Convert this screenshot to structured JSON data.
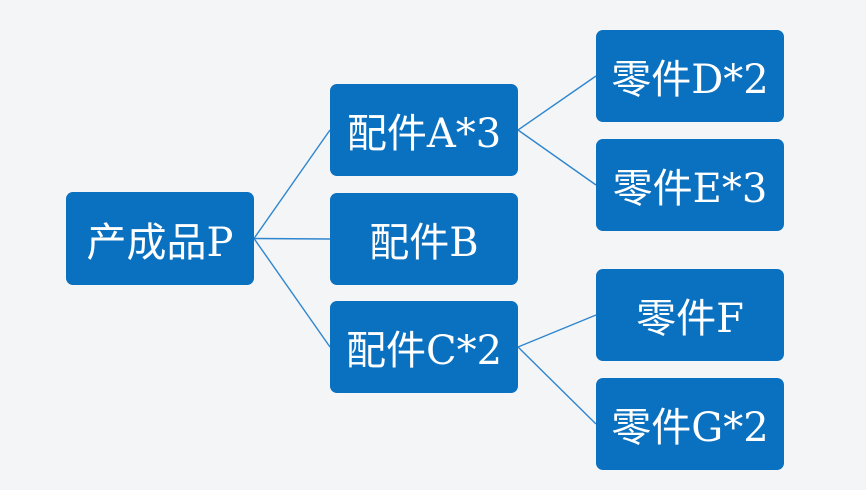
{
  "diagram": {
    "root": {
      "label": "产成品P"
    },
    "level1": [
      {
        "id": "a",
        "label": "配件A*3"
      },
      {
        "id": "b",
        "label": "配件B"
      },
      {
        "id": "c",
        "label": "配件C*2"
      }
    ],
    "level2": [
      {
        "id": "d",
        "parent": "a",
        "label": "零件D*2"
      },
      {
        "id": "e",
        "parent": "a",
        "label": "零件E*3"
      },
      {
        "id": "f",
        "parent": "c",
        "label": "零件F"
      },
      {
        "id": "g",
        "parent": "c",
        "label": "零件G*2"
      }
    ],
    "colors": {
      "node_fill": "#0a70c0",
      "node_text": "#ffffff",
      "connector": "#2e86cf",
      "background": "#f4f5f6"
    }
  }
}
